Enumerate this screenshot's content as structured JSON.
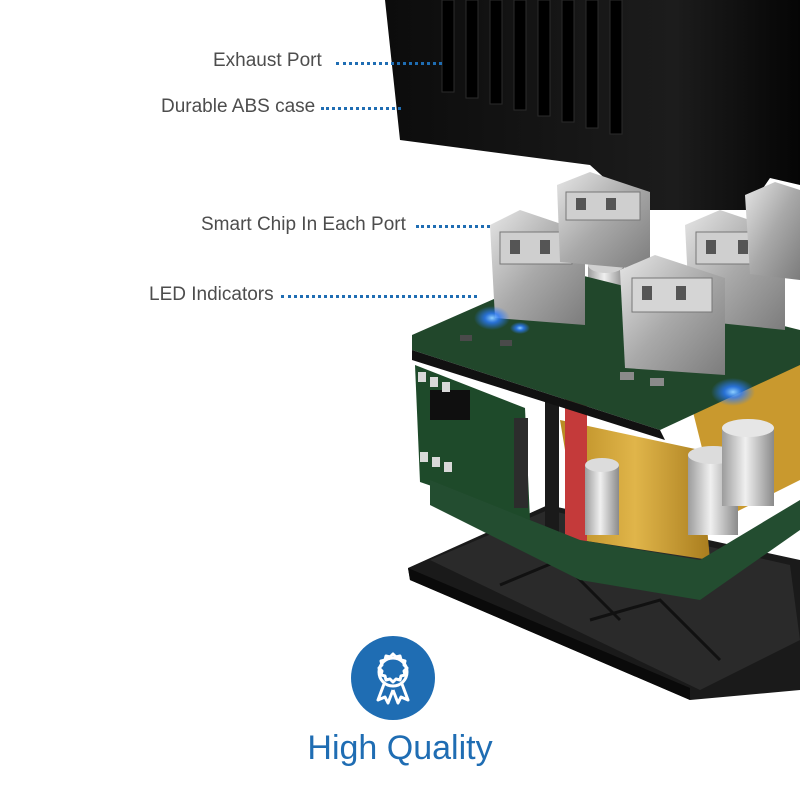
{
  "callouts": {
    "exhaust_port": "Exhaust Port",
    "abs_case": "Durable ABS case",
    "smart_chip": "Smart Chip In Each Port",
    "led_indicators": "LED Indicators"
  },
  "badge": {
    "icon": "award-ribbon-icon",
    "caption": "High Quality"
  },
  "colors": {
    "accent": "#1f6db3",
    "label_text": "#4d4d4d",
    "case": "#141414",
    "pcb": "#1f4a2a",
    "transformer": "#d4a73a",
    "led_glow": "#2a7bff"
  }
}
